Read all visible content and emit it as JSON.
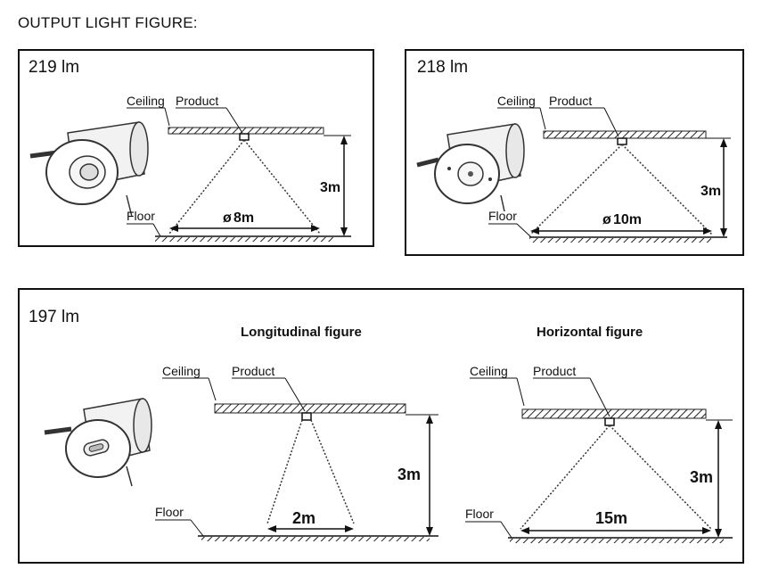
{
  "page_title": "OUTPUT LIGHT FIGURE:",
  "panels": [
    {
      "lumens": "219 lm",
      "diagrams": [
        {
          "ceiling": "Ceiling",
          "product": "Product",
          "floor": "Floor",
          "height": "3m",
          "diameter": "8m"
        }
      ]
    },
    {
      "lumens": "218 lm",
      "diagrams": [
        {
          "ceiling": "Ceiling",
          "product": "Product",
          "floor": "Floor",
          "height": "3m",
          "diameter": "10m"
        }
      ]
    },
    {
      "lumens": "197 lm",
      "diagrams": [
        {
          "heading": "Longitudinal figure",
          "ceiling": "Ceiling",
          "product": "Product",
          "floor": "Floor",
          "height": "3m",
          "width": "2m"
        },
        {
          "heading": "Horizontal figure",
          "ceiling": "Ceiling",
          "product": "Product",
          "floor": "Floor",
          "height": "3m",
          "width": "15m"
        }
      ]
    }
  ]
}
